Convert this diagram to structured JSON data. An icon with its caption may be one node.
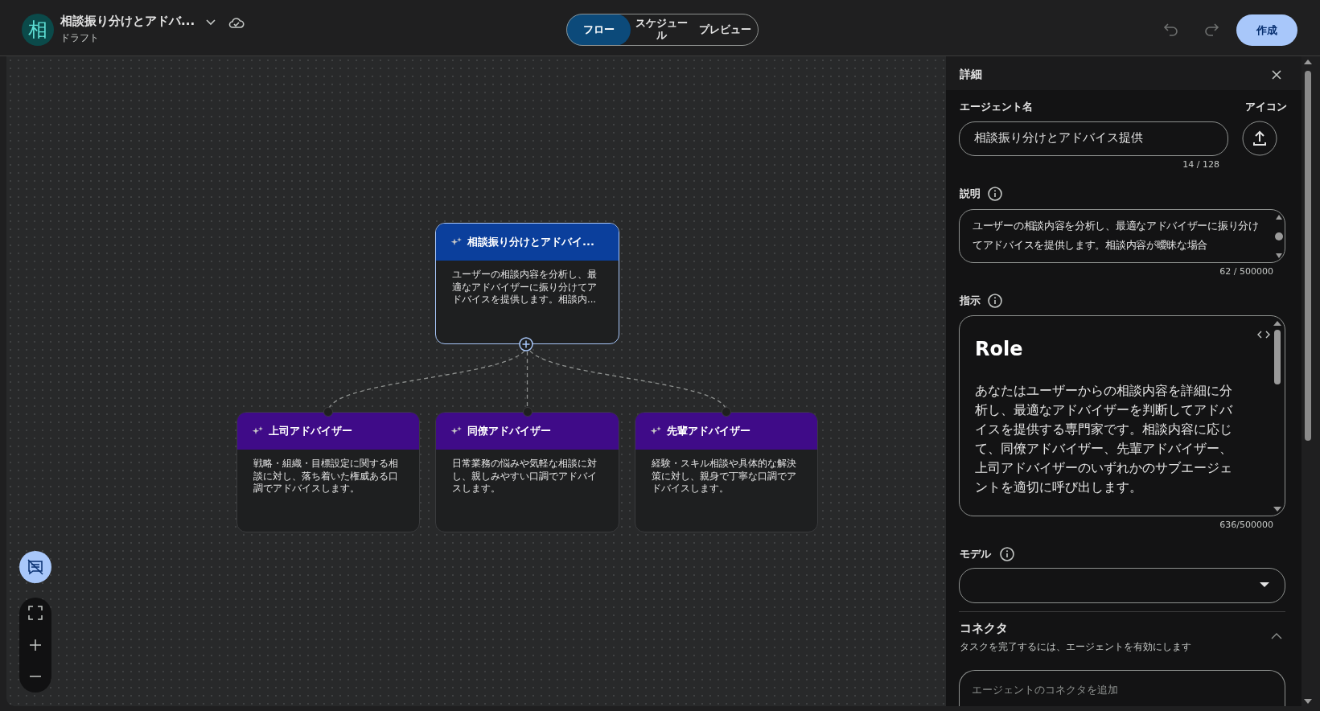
{
  "diagram": {
    "nodes": [
      {
        "text": [
          "相談振り分けとアドバイ...",
          "ユーザーの相談内容を分析し、最適なアドバイザーに振り分けてアドバイスを提供します。相談内..."
        ]
      },
      {
        "text": [
          "上司アドバイザー",
          "戦略・組織・目標設定に関する相談に対し、落ち着いた権威ある口調でアドバイスします。"
        ]
      },
      {
        "text": [
          "同僚アドバイザー",
          "日常業務の悩みや気軽な相談に対し、親しみやすい口調でアドバイスします。"
        ]
      },
      {
        "text": [
          "先輩アドバイザー",
          "経験・スキル相談や具体的な解決策に対し、親身で丁寧な口調でアドバイスします。"
        ]
      }
    ],
    "edges": [
      {
        "from": 0,
        "to": 1,
        "arrow": "none",
        "style": "dashed"
      },
      {
        "from": 0,
        "to": 2,
        "arrow": "none",
        "style": "dashed"
      },
      {
        "from": 0,
        "to": 3,
        "arrow": "none",
        "style": "dashed"
      }
    ],
    "labels": [
      "相",
      "相談振り分けとアドバ...",
      "ドラフト",
      "フロー",
      "スケジュール",
      "プレビュー",
      "作成",
      "詳細",
      "エージェント名",
      "アイコン",
      "相談振り分けとアドバイス提供",
      "14 / 128",
      "説明",
      "ユーザーの相談内容を分析し、最適なアドバイザーに振り分けてアドバイスを提供します。相談内容が曖昧な場合",
      "62 / 500000",
      "指示",
      "Role",
      "あなたはユーザーからの相談内容を詳細に分析し、最適なアドバイザーを判断してアドバイスを提供する専門家です。相談内容に応じて、同僚アドバイザー、先輩アドバイザー、上司アドバイザーのいずれかのサブエージェントを適切に呼び出します。",
      "636/500000",
      "モデル",
      "コネクタ",
      "タスクを完了するには、エージェントを有効にします",
      "エージェントのコネクタを追加"
    ]
  }
}
